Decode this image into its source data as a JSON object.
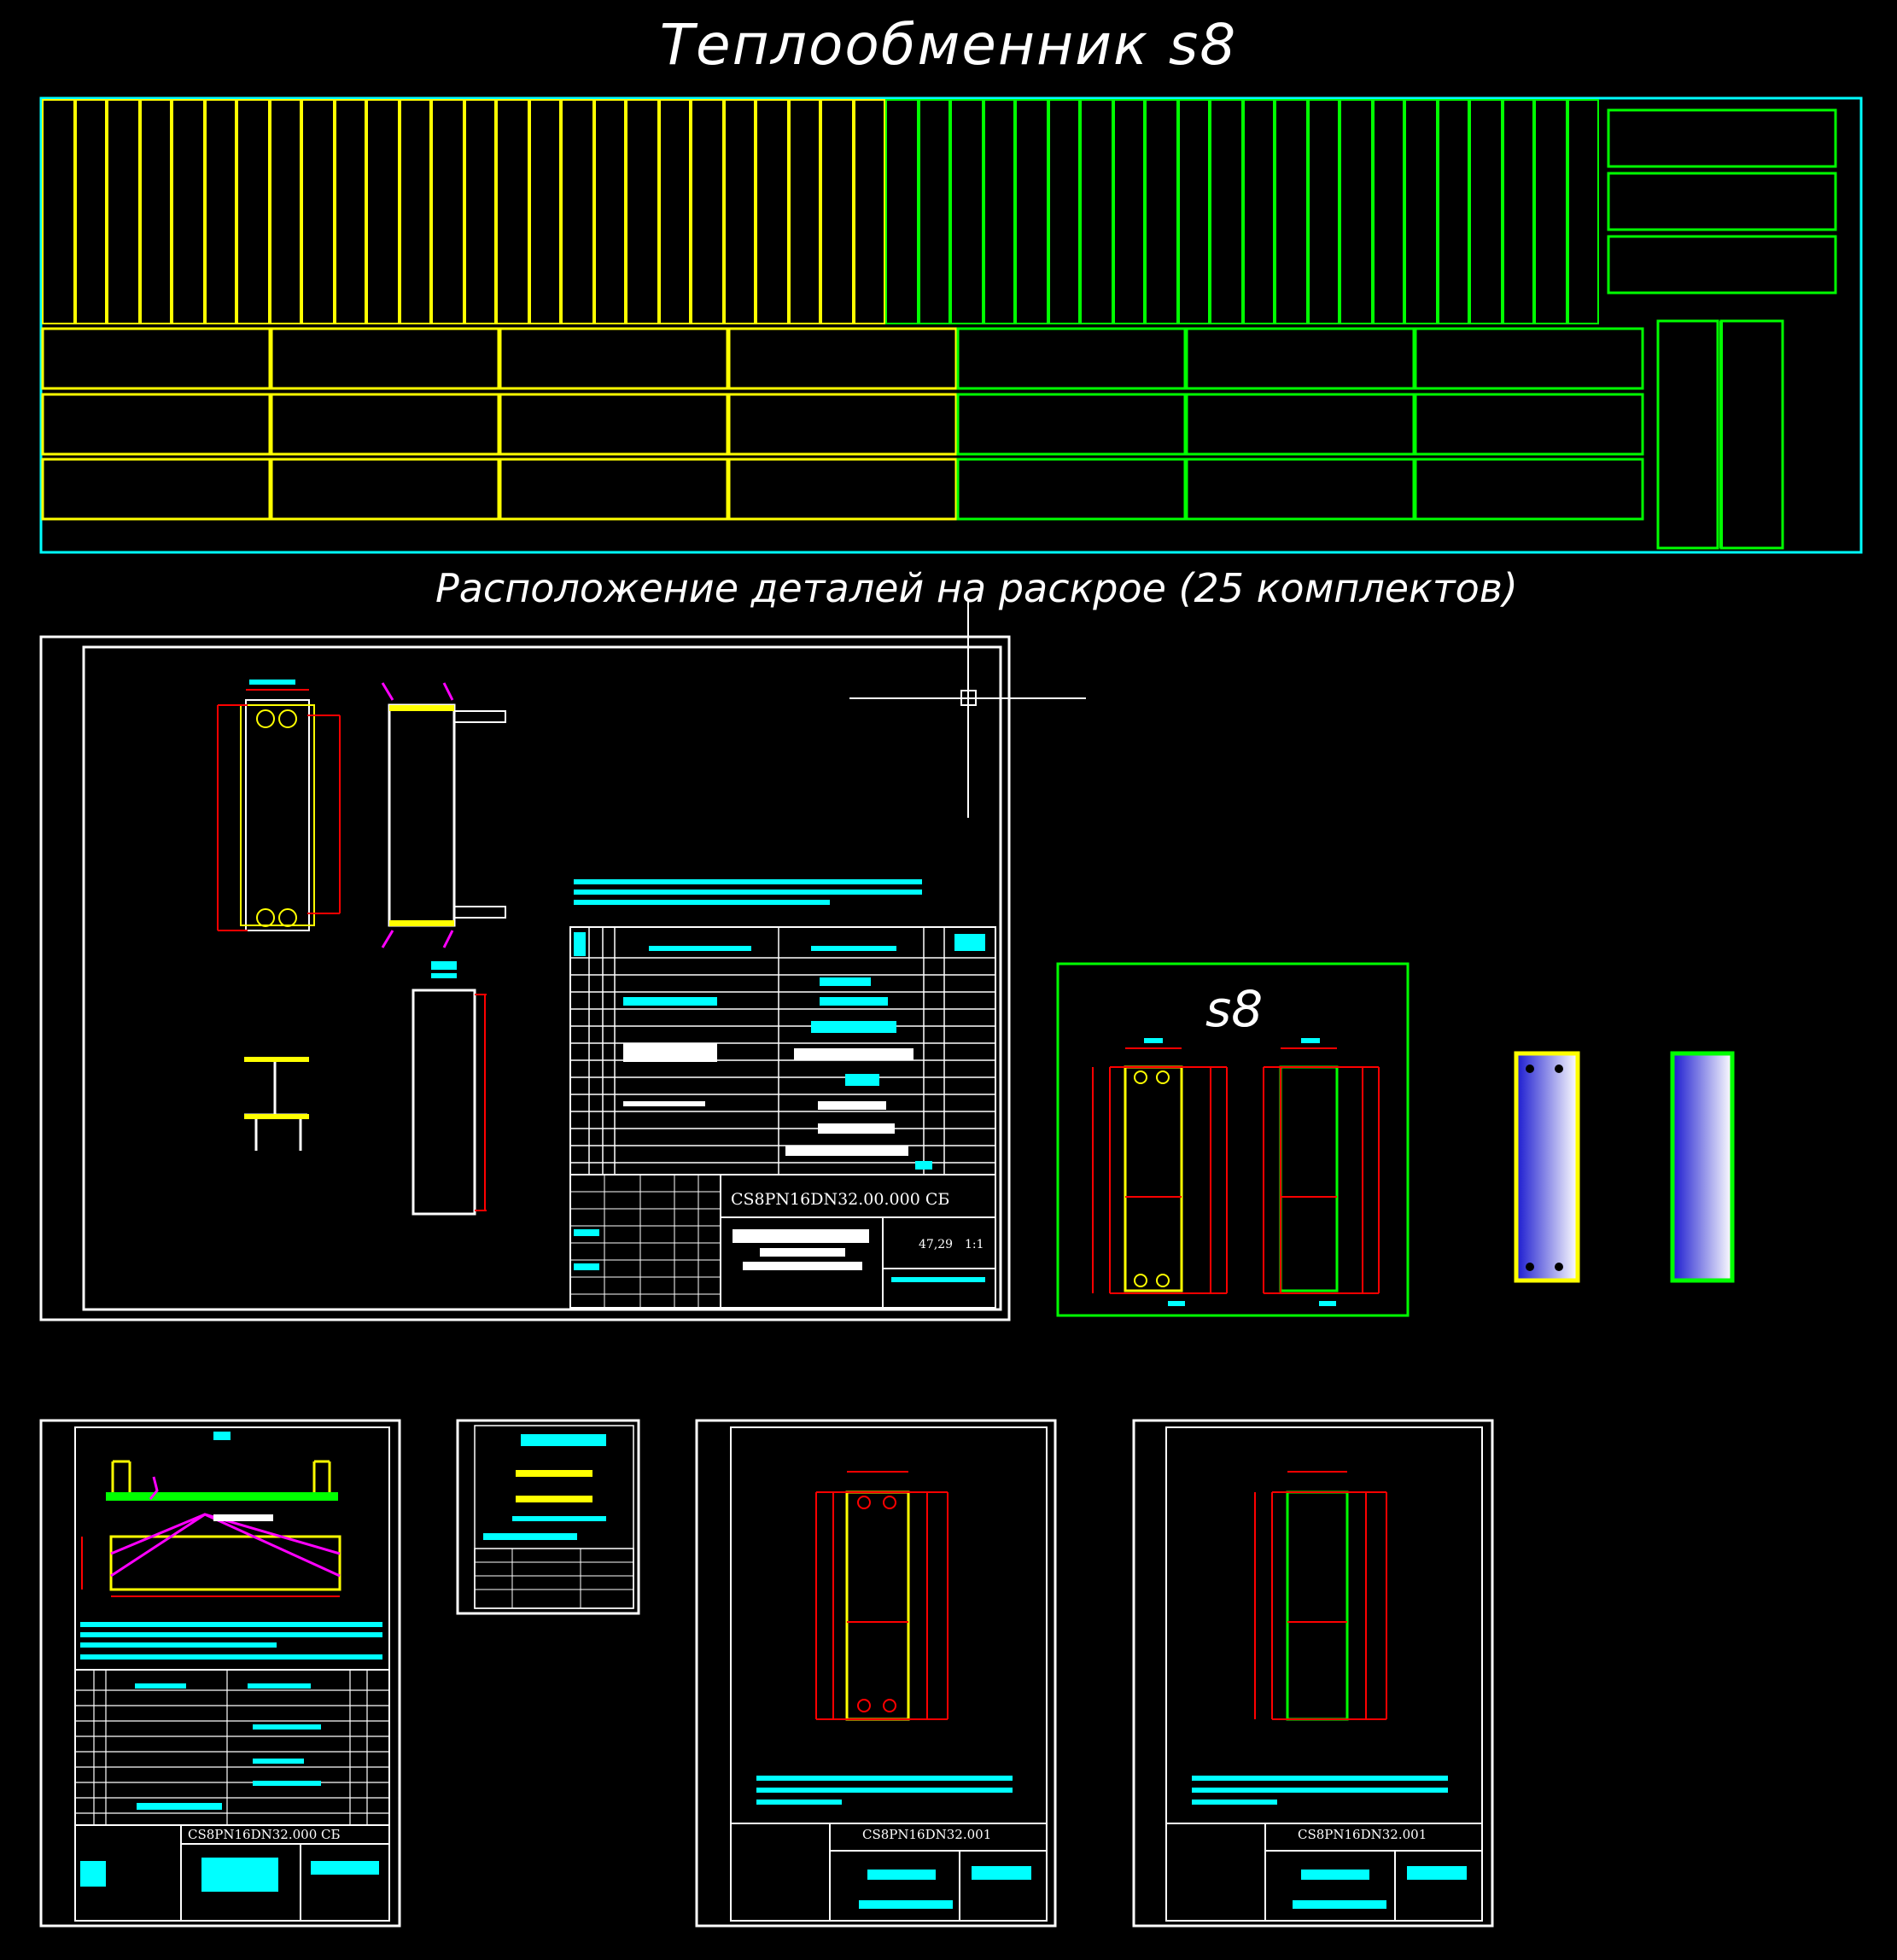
{
  "titles": {
    "main": "Теплообменник s8",
    "layout": "Расположение деталей на раскрое (25 комплектов)",
    "part": "s8"
  },
  "stamps": {
    "assembly": "CS8PN16DN32.00.000 СБ",
    "scale": "1:1",
    "mass": "47,29",
    "sheet1": "CS8PN16DN32",
    "sheet1_suffix": ".000 СБ",
    "sheet3": "CS8PN16DN32",
    "sheet3_suffix": ".001",
    "sheet4": "CS8PN16DN32",
    "sheet4_suffix": ".001"
  },
  "colors": {
    "background": "#000000",
    "yellow": "#ffff00",
    "green": "#00ff00",
    "cyan": "#00ffff",
    "red": "#ff0000",
    "magenta": "#ff00ff",
    "white": "#ffffff",
    "blue": "#0000ff"
  }
}
